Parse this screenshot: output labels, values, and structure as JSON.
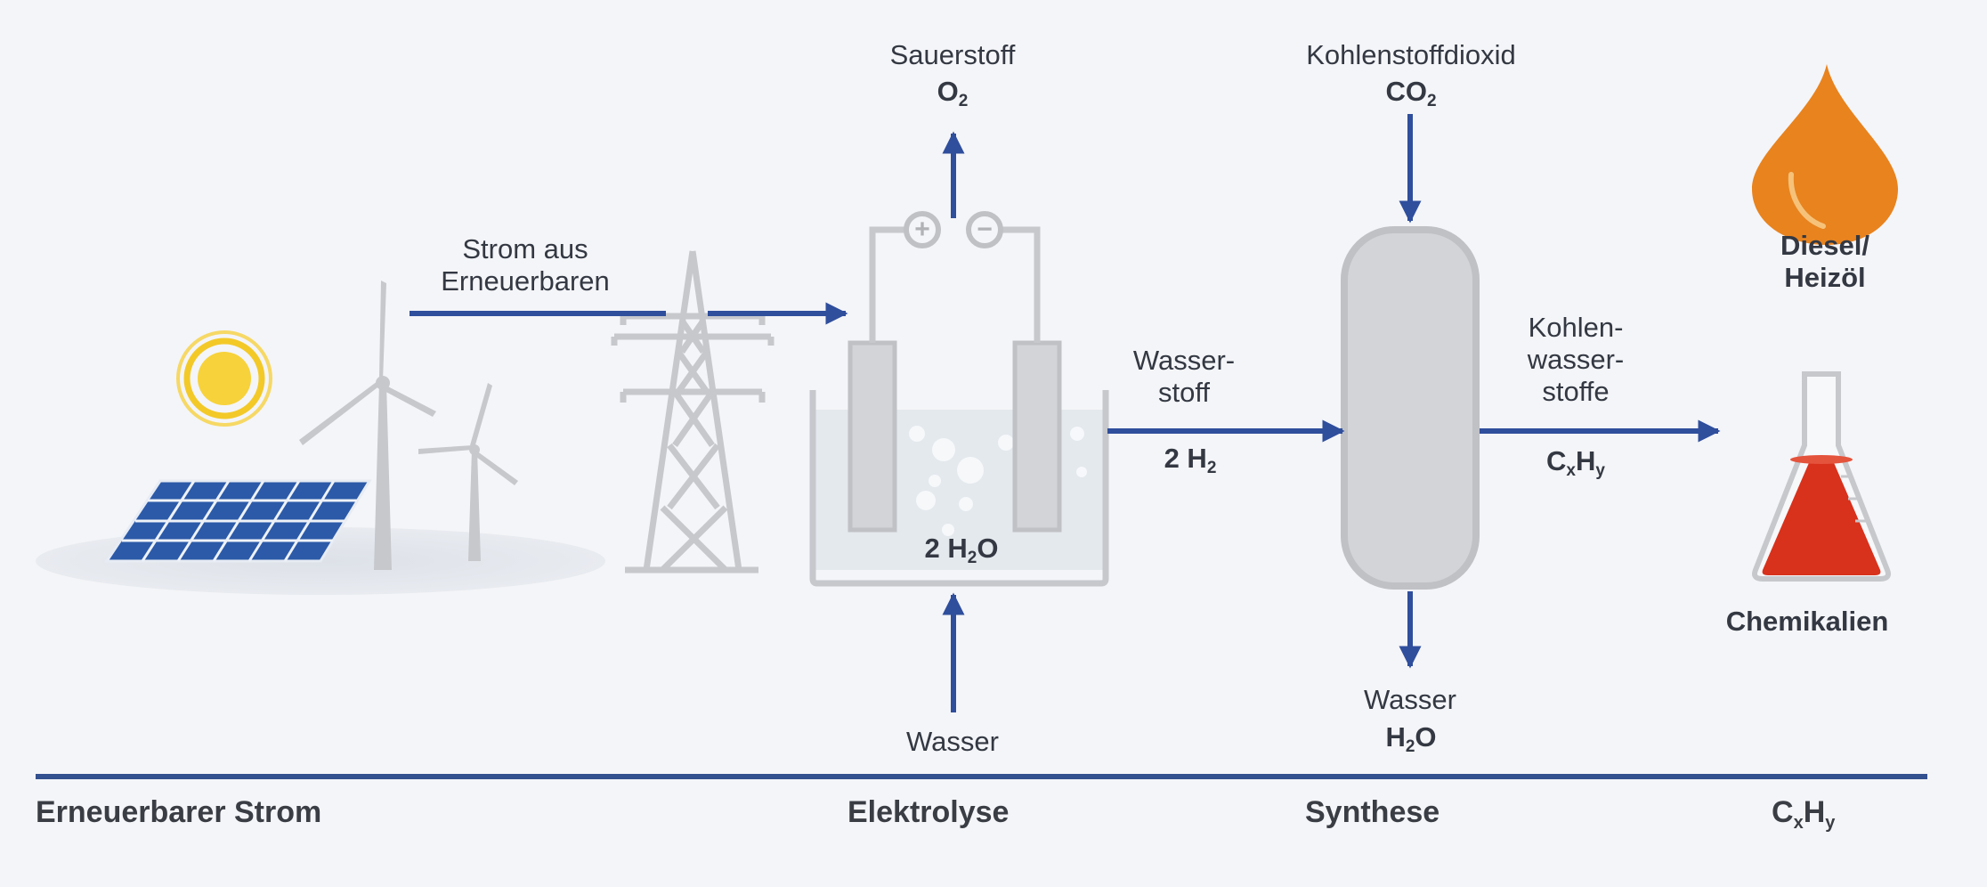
{
  "colors": {
    "arrow_blue": "#2f4e9c",
    "line_blue": "#33508f",
    "gray_equipment": "#c6c8cc",
    "tank_fill": "#d3d4d7",
    "water": "#e4e9ee",
    "sun_yellow": "#f3c928",
    "panel_blue": "#2c5aa8",
    "drop_orange": "#e8831e",
    "flask_red": "#d8311c"
  },
  "icons": [
    "sun-icon",
    "solar-panel-icon",
    "wind-turbine-icon",
    "power-pylon-icon",
    "electrolyzer-icon",
    "reactor-tank-icon",
    "oil-drop-icon",
    "flask-icon"
  ],
  "labels": {
    "strom_line1": "Strom aus",
    "strom_line2": "Erneuerbaren",
    "sauerstoff": "Sauerstoff",
    "o2_main": "O",
    "o2_sub": "2",
    "co2_name": "Kohlenstoffdioxid",
    "co2_main": "CO",
    "co2_sub": "2",
    "wasserstoff_line1": "Wasser-",
    "wasserstoff_line2": "stoff",
    "h2_main": "2 H",
    "h2_sub": "2",
    "h2o_cell_main": "2 H",
    "h2o_cell_sub": "2",
    "h2o_cell_end": "O",
    "wasser_in": "Wasser",
    "wasser_out": "Wasser",
    "h2o_out_main": "H",
    "h2o_out_sub": "2",
    "h2o_out_end": "O",
    "kw_line1": "Kohlen-",
    "kw_line2": "wasser-",
    "kw_line3": "stoffe",
    "cxhy_c": "C",
    "cxhy_x": "x",
    "cxhy_h": "H",
    "cxhy_y": "y",
    "diesel_line1": "Diesel/",
    "diesel_line2": "Heizöl",
    "chemikalien": "Chemikalien",
    "plus": "+",
    "minus": "−"
  },
  "footer": {
    "strom": "Erneuerbarer Strom",
    "elektrolyse": "Elektrolyse",
    "synthese": "Synthese",
    "cxhy_c": "C",
    "cxhy_x": "x",
    "cxhy_h": "H",
    "cxhy_y": "y"
  }
}
